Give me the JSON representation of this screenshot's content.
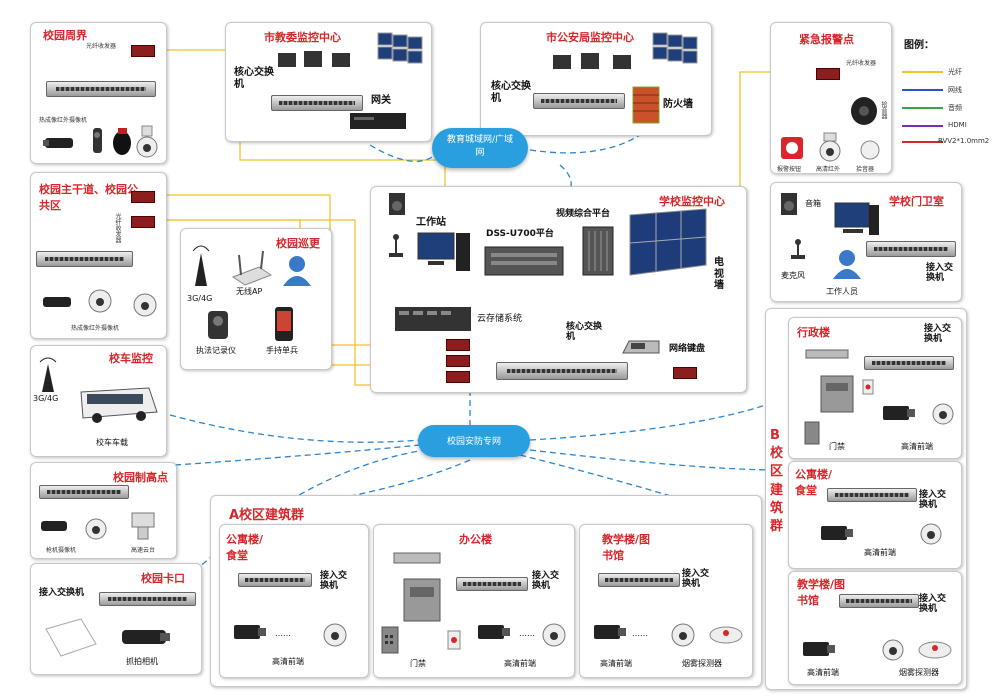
{
  "zones": {
    "campus_perimeter": {
      "title": "校园周界",
      "converter": "光纤收发器",
      "camera": "热成像红外摄像机"
    },
    "main_road": {
      "title": "校园主干道、校园公共区",
      "converter": "光纤收发器",
      "camera": "热成像红外摄像机"
    },
    "patrol": {
      "title": "校园巡更",
      "net": "3G/4G",
      "ap": "无线AP",
      "recorder": "执法记录仪",
      "handheld": "手持单兵"
    },
    "bus": {
      "title": "校车监控",
      "net": "3G/4G",
      "device": "校车车载"
    },
    "highpoint": {
      "title": "校园制高点",
      "cam1": "枪机摄像机",
      "cam2": "高速云台"
    },
    "gate": {
      "title": "校园卡口",
      "switch": "接入交换机",
      "camera": "抓拍相机"
    },
    "edu_center": {
      "title": "市教委监控中心",
      "switch": "核心交换机",
      "gateway": "网关"
    },
    "police_center": {
      "title": "市公安局监控中心",
      "switch": "核心交换机",
      "firewall": "防火墙"
    },
    "alarm": {
      "title": "紧急报警点",
      "converter": "光纤收发器",
      "speaker": "拾音器",
      "button": "报警按钮",
      "cam": "高清红外",
      "sound": "拾音器"
    },
    "legend": {
      "title": "图例：",
      "items": [
        "光纤",
        "网线",
        "音频",
        "HDMI",
        "RVV2*1.0mm2"
      ]
    },
    "guard": {
      "title": "学校门卫室",
      "speaker": "音箱",
      "mic": "麦克风",
      "staff": "工作人员",
      "switch": "接入交换机"
    },
    "school_center": {
      "title": "学校监控中心",
      "workstation": "工作站",
      "platform": "DSS-U700平台",
      "video": "视频综合平台",
      "wall": "电视墙",
      "storage": "云存储系统",
      "core": "核心交换机",
      "keyboard": "网络键盘"
    },
    "clouds": {
      "edu_net": "教育城域网/广域网",
      "campus_net": "校园安防专网"
    },
    "campus_a": {
      "title": "A校区建筑群",
      "dorm": {
        "title": "公寓楼/食堂",
        "switch": "接入交换机",
        "front": "高清前端",
        "dots": "……"
      },
      "office": {
        "title": "办公楼",
        "switch": "接入交换机",
        "door": "门禁",
        "front": "高清前端",
        "dots": "……"
      },
      "teach": {
        "title": "教学楼/图书馆",
        "switch": "接入交换机",
        "front": "高清前端",
        "smoke": "烟雾探测器",
        "dots": "……"
      }
    },
    "campus_b": {
      "title": "B校区建筑群",
      "admin": {
        "title": "行政楼",
        "switch": "接入交换机",
        "door": "门禁",
        "front": "高清前端"
      },
      "dorm": {
        "title": "公寓楼/食堂",
        "switch": "接入交换机",
        "front": "高清前端"
      },
      "teach": {
        "title": "教学楼/图书馆",
        "switch": "接入交换机",
        "front": "高清前端",
        "smoke": "烟雾探测器"
      }
    }
  },
  "colors": {
    "fiber": "#f2c22b",
    "ethernet": "#2f50c8",
    "audio": "#35a845",
    "hdmi": "#7b2fa8",
    "rvv": "#d8262a",
    "cloud": "#2a9fe0",
    "title": "#d8262a"
  }
}
